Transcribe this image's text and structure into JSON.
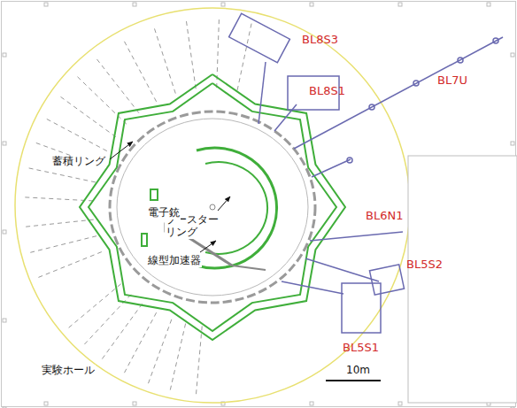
{
  "diagram": {
    "labels": [
      "BL8S3",
      "BL8S1",
      "BL7U",
      "蓄積リング",
      "ブースター リング",
      "電子銃",
      "BL6N1",
      "BL5S2",
      "線型加速器",
      "BL5S1",
      "実験ホール",
      "10m"
    ]
  }
}
